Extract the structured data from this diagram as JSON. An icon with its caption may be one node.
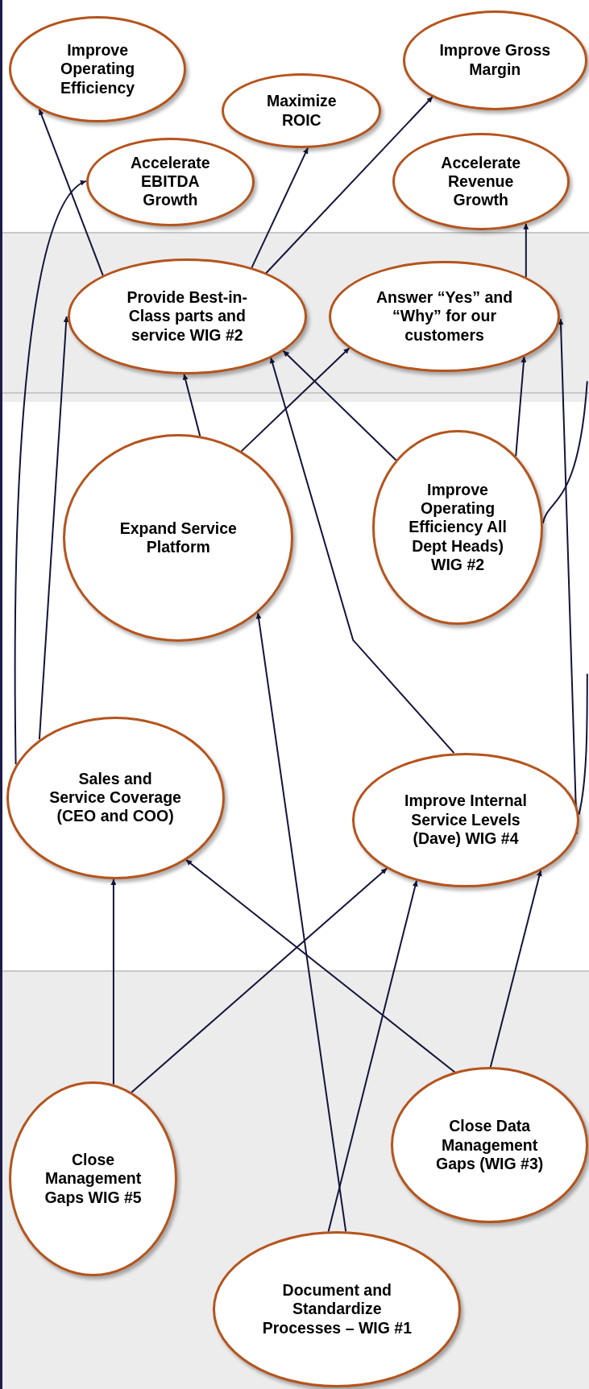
{
  "diagram": {
    "nodes": [
      {
        "text": [
          "Improve Operating Efficiency"
        ]
      },
      {
        "text": [
          "Improve Gross Margin"
        ]
      },
      {
        "text": [
          "Maximize ROIC"
        ]
      },
      {
        "text": [
          "Accelerate EBITDA Growth"
        ]
      },
      {
        "text": [
          "Accelerate Revenue Growth"
        ]
      },
      {
        "text": [
          "Provide Best-in-Class parts and service  WIG #2"
        ]
      },
      {
        "text": [
          "Answer “Yes” and “Why” for our customers"
        ]
      },
      {
        "text": [
          "Expand Service Platform"
        ]
      },
      {
        "text": [
          "Improve Operating Efficiency All Dept Heads) WIG #2"
        ]
      },
      {
        "text": [
          "Sales and Service Coverage (CEO and COO)"
        ]
      },
      {
        "text": [
          "Improve Internal Service Levels (Dave) WIG #4"
        ]
      },
      {
        "text": [
          "Close Management Gaps WIG #5"
        ]
      },
      {
        "text": [
          "Close Data Management Gaps (WIG #3)"
        ]
      },
      {
        "text": [
          "Document and Standardize Processes – WIG #1"
        ]
      }
    ],
    "edges": [
      {
        "from": 5,
        "to": 0,
        "arrow": "to"
      },
      {
        "from": 9,
        "to": 3,
        "arrow": "to"
      },
      {
        "from": 9,
        "to": 5,
        "arrow": "to"
      },
      {
        "from": 5,
        "to": 2,
        "arrow": "to"
      },
      {
        "from": 5,
        "to": 1,
        "arrow": "to"
      },
      {
        "from": 6,
        "to": 4,
        "arrow": "to"
      },
      {
        "from": 7,
        "to": 5,
        "arrow": "to"
      },
      {
        "from": 7,
        "to": 6,
        "arrow": "to"
      },
      {
        "from": 8,
        "to": 5,
        "arrow": "to"
      },
      {
        "from": 8,
        "to": 6,
        "arrow": "to"
      },
      {
        "from": 8,
        "to": null,
        "arrow": "none"
      },
      {
        "from": 10,
        "to": 5,
        "arrow": "to"
      },
      {
        "from": 10,
        "to": 6,
        "arrow": "to"
      },
      {
        "from": 10,
        "to": null,
        "arrow": "none"
      },
      {
        "from": 11,
        "to": 9,
        "arrow": "to"
      },
      {
        "from": 11,
        "to": 10,
        "arrow": "to"
      },
      {
        "from": 12,
        "to": 9,
        "arrow": "to"
      },
      {
        "from": 12,
        "to": 10,
        "arrow": "to"
      },
      {
        "from": 13,
        "to": 7,
        "arrow": "to"
      },
      {
        "from": 13,
        "to": 10,
        "arrow": "to"
      }
    ]
  }
}
